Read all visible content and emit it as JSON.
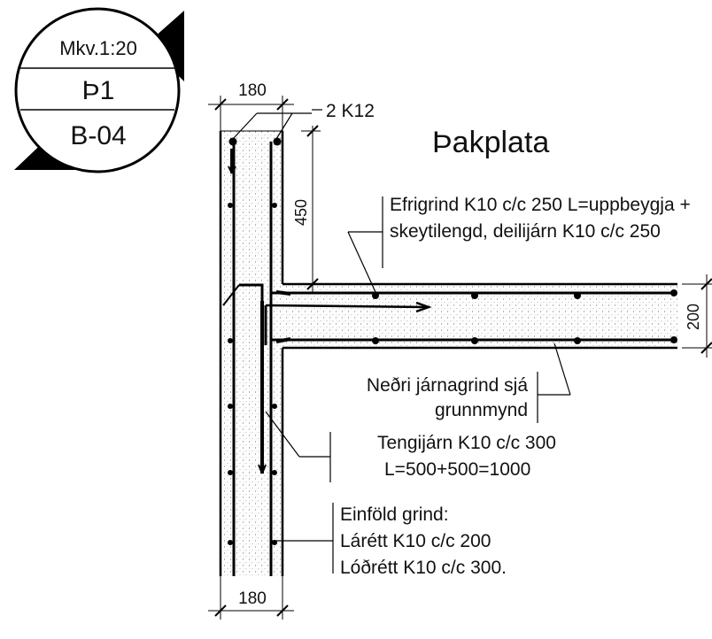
{
  "title_block": {
    "scale": "Mkv.1:20",
    "section": "Þ1",
    "sheet": "B-04"
  },
  "heading": "Þakplata",
  "dimensions": {
    "wall_top_width": "180",
    "wall_bottom_width": "180",
    "anchorage_length": "450",
    "slab_thickness": "200"
  },
  "labels": {
    "top_bars": "2 K12",
    "top_grid_line1": "Efrigrind K10 c/c 250 L=uppbeygja +",
    "top_grid_line2": "skeytilengd, deilijárn K10 c/c 250",
    "bottom_grid_line1": "Neðri járnagrind sjá",
    "bottom_grid_line2": "grunnmynd",
    "tie_bars_line1": "Tengijárn K10 c/c 300",
    "tie_bars_line2": "L=500+500=1000",
    "wall_grid_line1": "Einföld grind:",
    "wall_grid_line2": "Lárétt K10 c/c 200",
    "wall_grid_line3": "Lóðrétt K10 c/c 300."
  }
}
